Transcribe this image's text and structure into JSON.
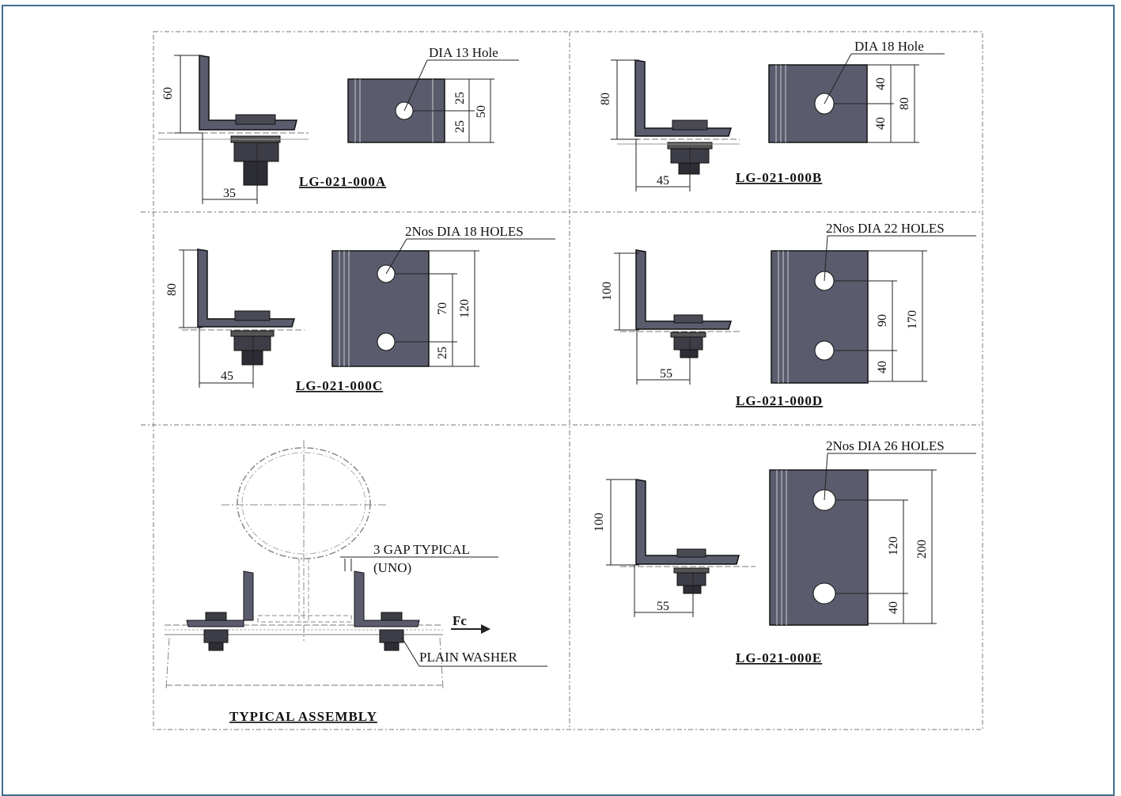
{
  "panels": {
    "a": {
      "part_no": "LG-021-000A",
      "hole_label": "DIA 13 Hole",
      "dims": {
        "height": "60",
        "width": "35",
        "top": "25",
        "bottom": "25",
        "total": "50"
      }
    },
    "b": {
      "part_no": "LG-021-000B",
      "hole_label": "DIA 18 Hole",
      "dims": {
        "height": "80",
        "width": "45",
        "top": "40",
        "bottom": "40",
        "total": "80"
      }
    },
    "c": {
      "part_no": "LG-021-000C",
      "hole_label": "2Nos DIA 18 HOLES",
      "dims": {
        "height": "80",
        "width": "45",
        "spacing": "70",
        "bottom": "25",
        "total": "120"
      }
    },
    "d": {
      "part_no": "LG-021-000D",
      "hole_label": "2Nos DIA 22 HOLES",
      "dims": {
        "height": "100",
        "width": "55",
        "spacing": "90",
        "bottom": "40",
        "total": "170"
      }
    },
    "e": {
      "part_no": "LG-021-000E",
      "hole_label": "2Nos DIA 26 HOLES",
      "dims": {
        "height": "100",
        "width": "55",
        "spacing": "120",
        "bottom": "40",
        "total": "200"
      }
    }
  },
  "assembly": {
    "title": "TYPICAL ASSEMBLY",
    "gap_label": "3 GAP TYPICAL",
    "gap_note": "(UNO)",
    "force_label": "Fc",
    "washer_label": "PLAIN WASHER"
  },
  "colors": {
    "plate": "#5a5c6e",
    "stroke": "#1a1a1a",
    "frame": "#3f6e8f",
    "grid": "#777777"
  }
}
